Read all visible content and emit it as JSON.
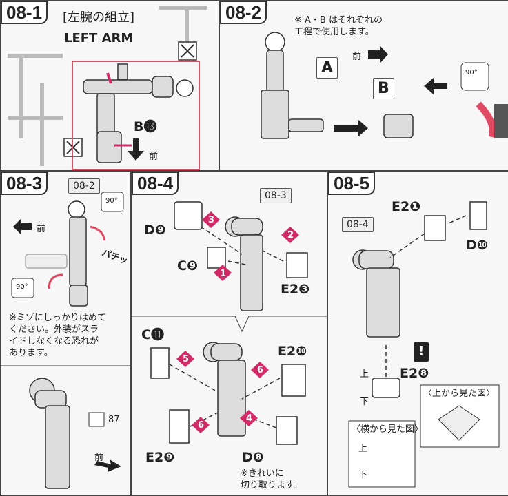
{
  "steps": {
    "s1": {
      "num": "08-1",
      "title_jp": "[左腕の組立]",
      "title_en": "LEFT ARM",
      "part": "B⓭",
      "front": "前"
    },
    "s2": {
      "num": "08-2",
      "note": "※ A・B はそれぞれの\n工程で使用します。",
      "front": "前",
      "labelA": "A",
      "labelB": "B",
      "angle": "90°"
    },
    "s3": {
      "num": "08-3",
      "ref": "08-2",
      "front": "前",
      "angle": "90°",
      "click": "パチッ",
      "note": "※ミゾにしっかりはめて\nください。外装がスラ\nイドしなくなる恐れが\nあります。",
      "ref87": "87",
      "front2": "前"
    },
    "s4": {
      "num": "08-4",
      "ref": "08-3",
      "d9": "D❾",
      "c9": "C❾",
      "e23": "E2❸",
      "c11": "C⓫",
      "e210": "E2❿",
      "e29": "E2❾",
      "d8": "D❽",
      "steps": [
        "1",
        "2",
        "3",
        "4",
        "5",
        "6",
        "6"
      ],
      "note": "※きれいに\n切り取ります。"
    },
    "s5": {
      "num": "08-5",
      "ref": "08-4",
      "e21": "E2❶",
      "d10": "D❿",
      "e28": "E2❽",
      "up": "上",
      "down": "下",
      "top_view": "〈上から見た図〉",
      "side_view": "〈横から見た図〉",
      "warn": "!"
    }
  },
  "colors": {
    "accent": "#e04a63",
    "ink": "#333333"
  }
}
